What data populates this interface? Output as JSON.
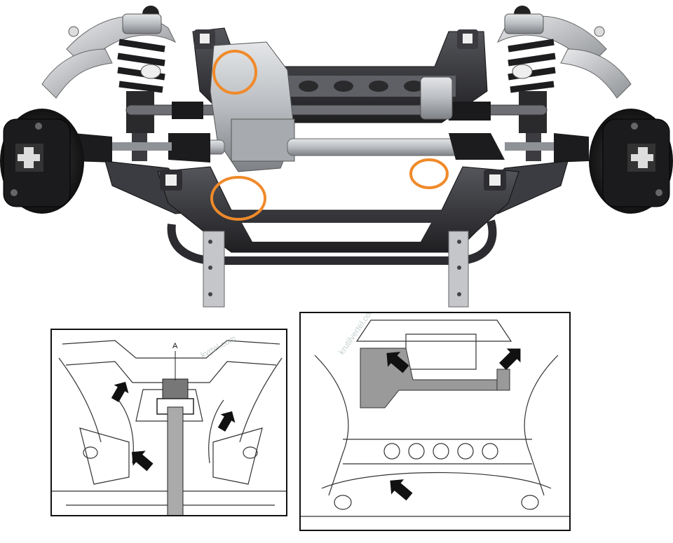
{
  "colors": {
    "highlight_ring": "#f08a2a",
    "arrow": "#111111",
    "frame_dark": "#2b2b2e",
    "frame_mid": "#4a4a4f",
    "metal_light": "#b9bcc0",
    "line_drawing": "#333333",
    "shaded_area": "#9a9a9a"
  },
  "icons": [
    "subframe-render",
    "highlight-circle",
    "pointer-arrow",
    "line-drawing"
  ],
  "left_panel": {
    "label": "A",
    "watermark": "kvrtel.com"
  },
  "right_panel": {
    "watermark": "krutilvertel.com"
  }
}
